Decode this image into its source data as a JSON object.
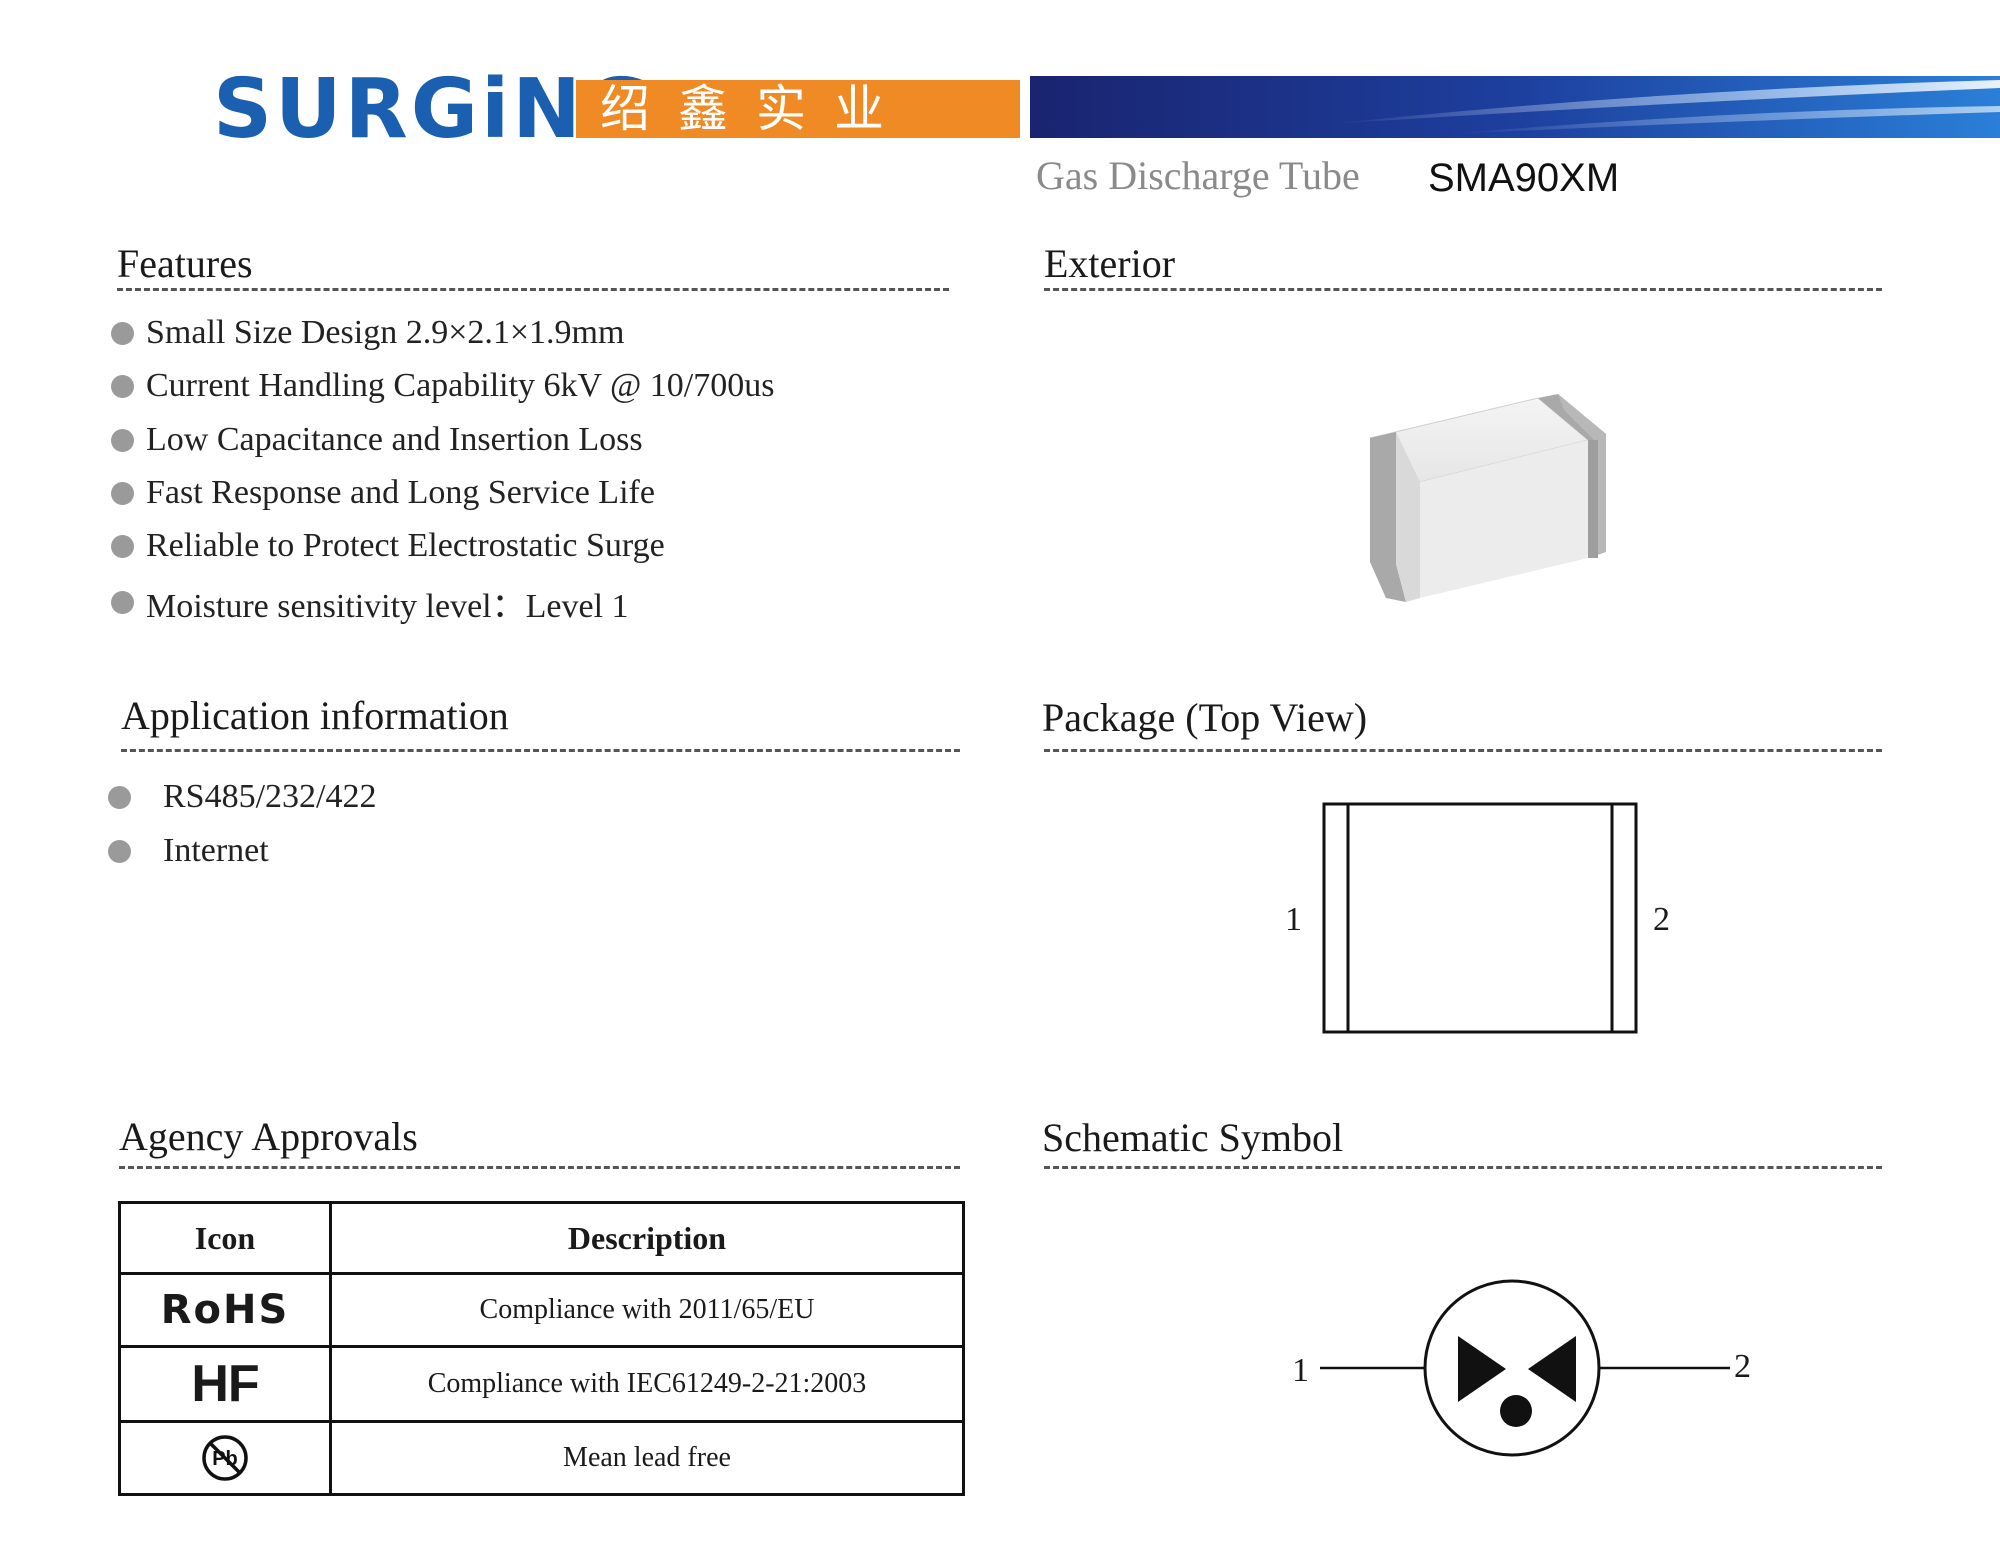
{
  "header": {
    "brand": "SURGiNG",
    "brand_cn": "绍鑫实业",
    "product_type": "Gas Discharge Tube",
    "product_model": "SMA90XM",
    "colors": {
      "brand_blue": "#1a5fb0",
      "banner_orange": "#ef8a25",
      "banner_navy": "#1a2f8a"
    }
  },
  "features": {
    "title": "Features",
    "items": [
      "Small Size Design    2.9×2.1×1.9mm",
      "Current Handling Capability 6kV @ 10/700us",
      "Low Capacitance and Insertion Loss",
      "Fast Response and Long Service Life",
      "Reliable to Protect Electrostatic Surge",
      "Moisture sensitivity level：Level 1"
    ]
  },
  "exterior": {
    "title": "Exterior"
  },
  "application": {
    "title": "Application information",
    "items": [
      "RS485/232/422",
      "Internet"
    ]
  },
  "package": {
    "title": "Package (Top View)",
    "pin1": "1",
    "pin2": "2"
  },
  "approvals": {
    "title": "Agency Approvals",
    "headers": [
      "Icon",
      "Description"
    ],
    "rows": [
      {
        "icon": "RoHS",
        "description": "Compliance with 2011/65/EU"
      },
      {
        "icon": "HF",
        "description": "Compliance with IEC61249-2-21:2003"
      },
      {
        "icon": "Pb",
        "icon_name": "pb-free-icon",
        "description": "Mean lead free"
      }
    ]
  },
  "schematic": {
    "title": "Schematic Symbol",
    "pin1": "1",
    "pin2": "2"
  }
}
